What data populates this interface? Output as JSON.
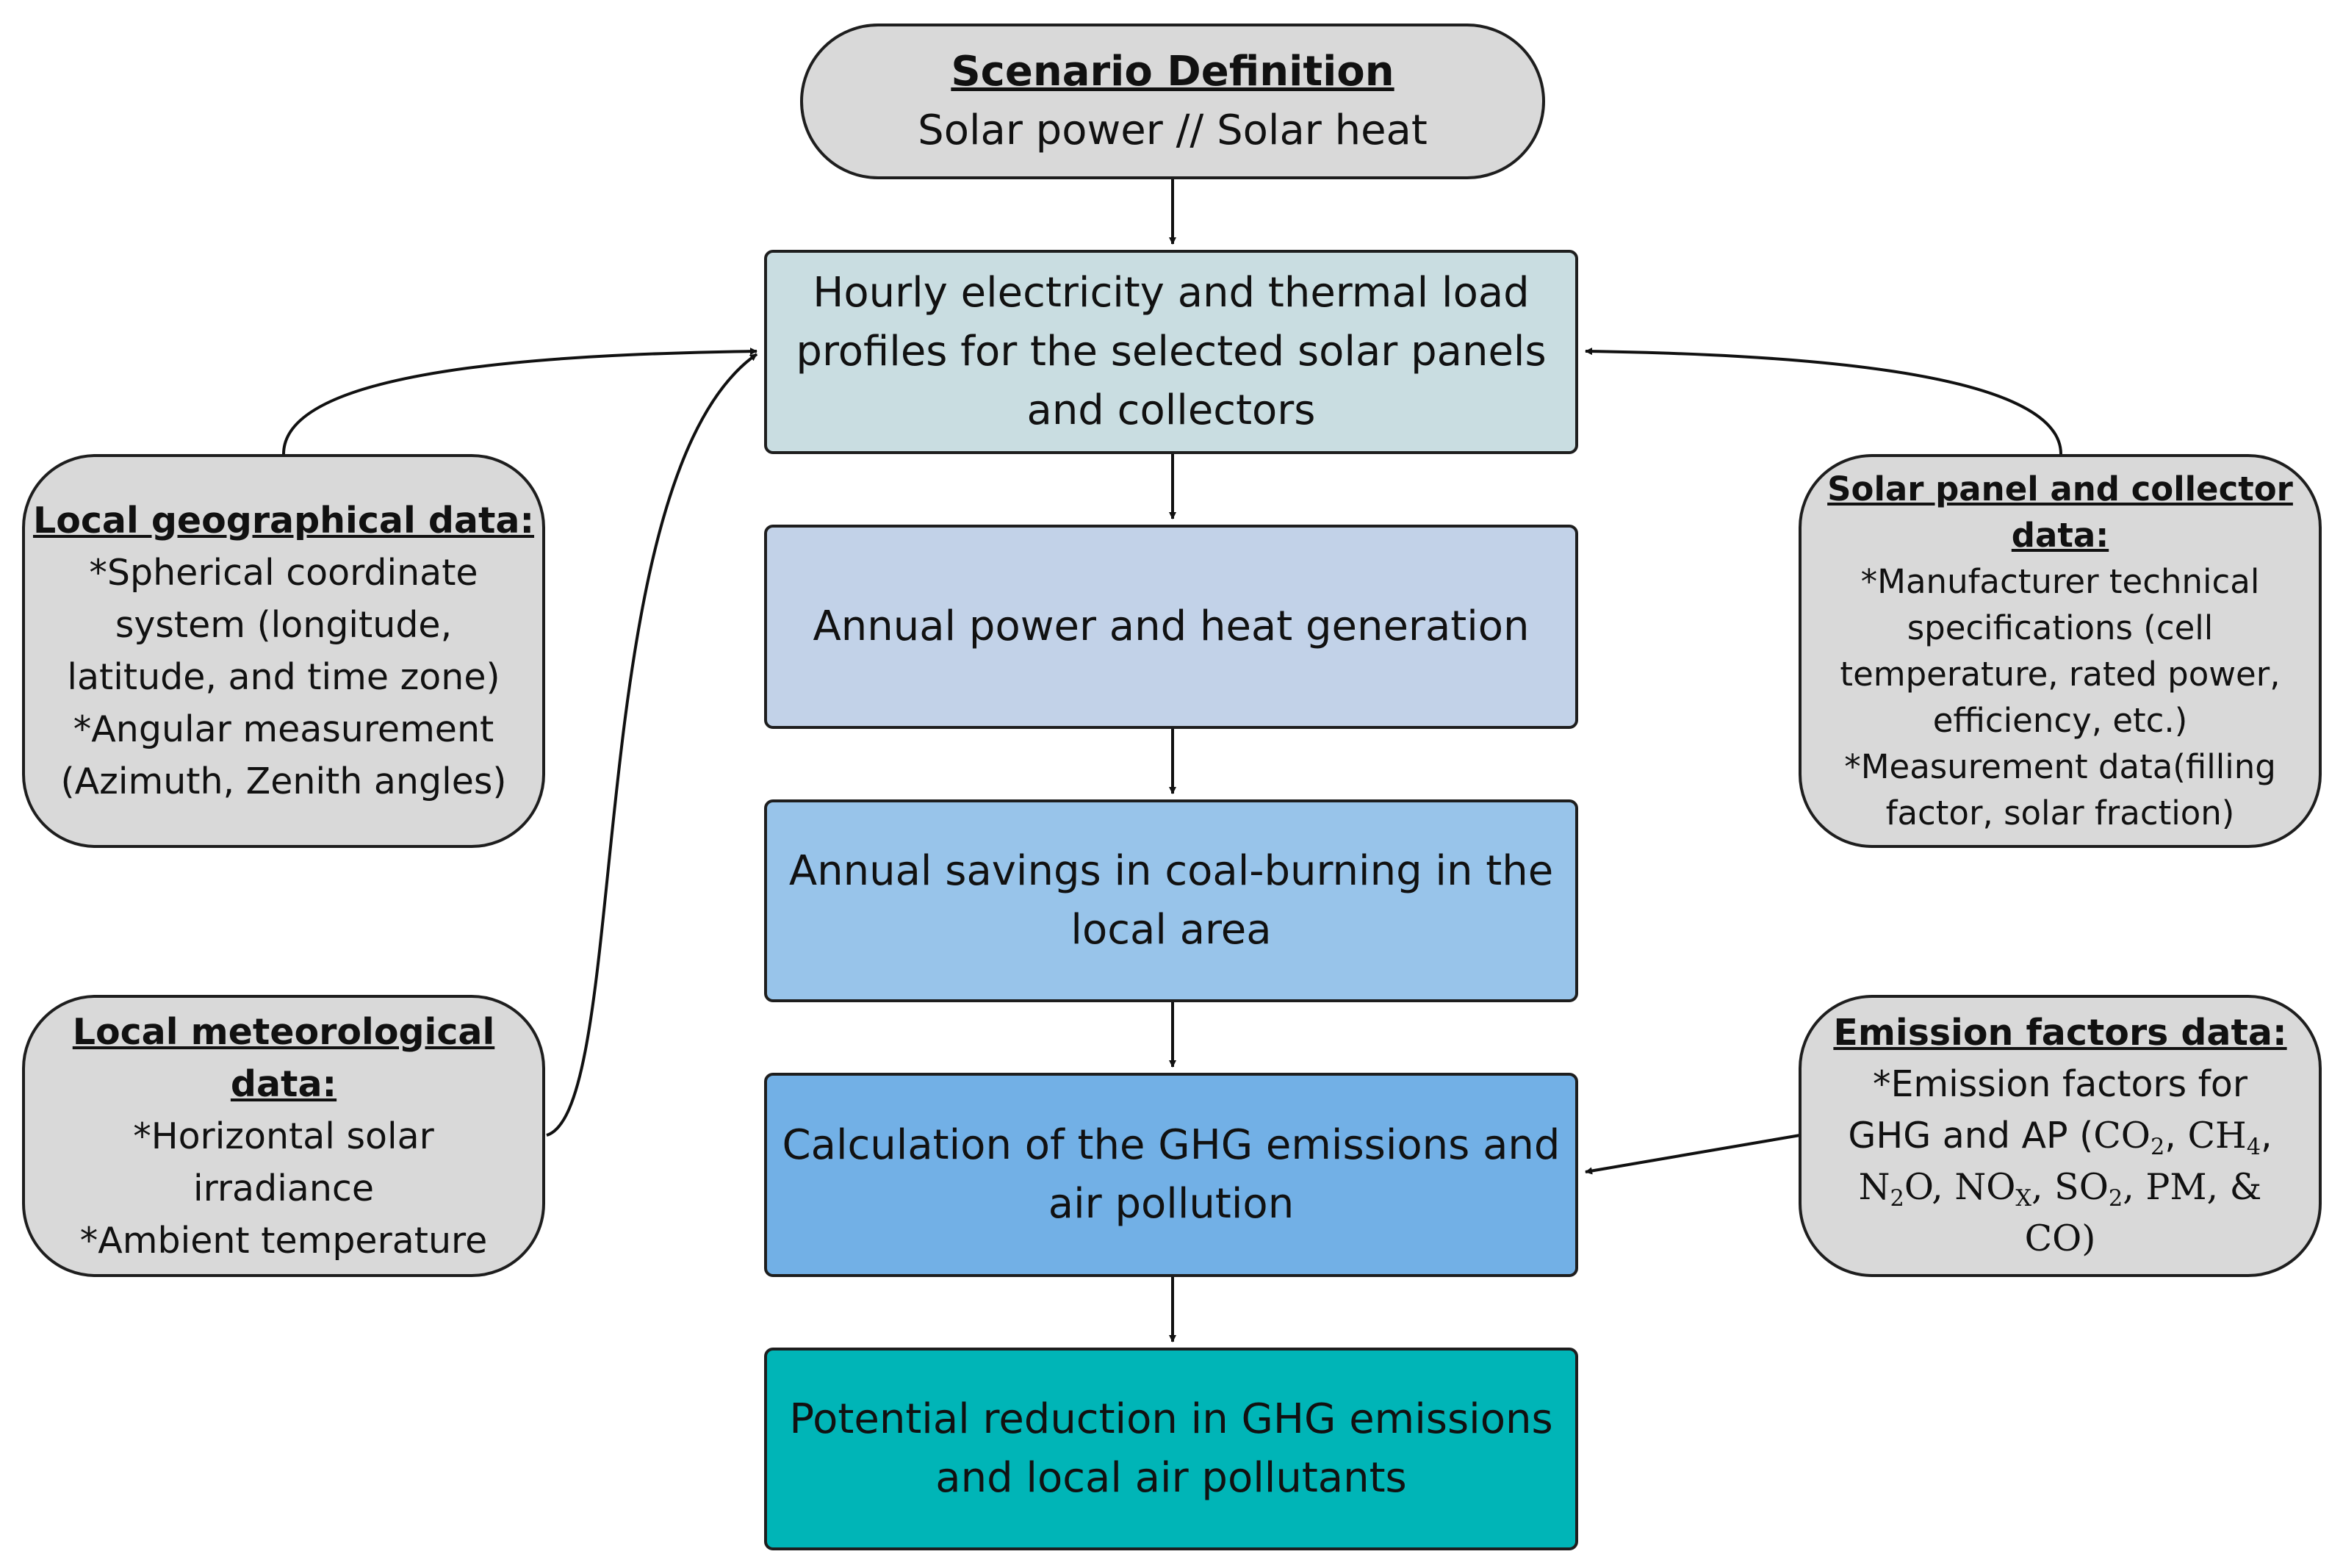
{
  "colors": {
    "load_profiles": "#c9dde1",
    "annual_generation": "#c2d2e8",
    "coal_savings": "#98c4ea",
    "emissions_calc": "#72b0e6",
    "reduction": "#00b5b7",
    "side_boxes": "#d9d9d9",
    "border": "#1e1e1e"
  },
  "scenario": {
    "title": "Scenario Definition",
    "subtitle": "Solar power // Solar heat"
  },
  "steps": {
    "load_profiles": [
      "Hourly electricity and thermal load",
      "profiles for the selected solar panels",
      "and collectors"
    ],
    "annual_generation": [
      "Annual power and heat generation"
    ],
    "coal_savings": [
      "Annual savings in coal-burning in the",
      "local area"
    ],
    "emissions_calc": [
      "Calculation of the GHG emissions and",
      "air pollution"
    ],
    "reduction": [
      "Potential reduction in GHG emissions",
      "and local air pollutants"
    ]
  },
  "inputs": {
    "geographical": {
      "title": "Local geographical data:",
      "lines": [
        "*Spherical coordinate",
        "system (longitude,",
        "latitude, and time zone)",
        "*Angular measurement",
        "(Azimuth, Zenith angles)"
      ]
    },
    "meteorological": {
      "title_lines": [
        "Local meteorological",
        "data:"
      ],
      "lines": [
        "*Horizontal solar",
        "irradiance",
        "*Ambient temperature"
      ]
    },
    "solar_panel": {
      "title_lines": [
        "Solar panel and collector",
        "data:"
      ],
      "lines": [
        "*Manufacturer technical",
        "specifications (cell",
        "temperature, rated power,",
        "efficiency, etc.)",
        "*Measurement data(filling",
        "factor, solar fraction)"
      ]
    },
    "emission_factors": {
      "title": "Emission factors data:",
      "line1": "*Emission factors for",
      "line2_prefix": "GHG and AP (",
      "species": {
        "co2": "CO",
        "co2_sub": "2",
        "ch4": "CH",
        "ch4_sub": "4",
        "n2o_a": "N",
        "n2o_sub": "2",
        "n2o_b": "O",
        "nox": "NO",
        "nox_sub": "X",
        "so2": "SO",
        "so2_sub": "2",
        "pm": "PM",
        "co": "CO"
      },
      "sep_comma": ", ",
      "sep_amp": ", &",
      "close": ")"
    }
  }
}
